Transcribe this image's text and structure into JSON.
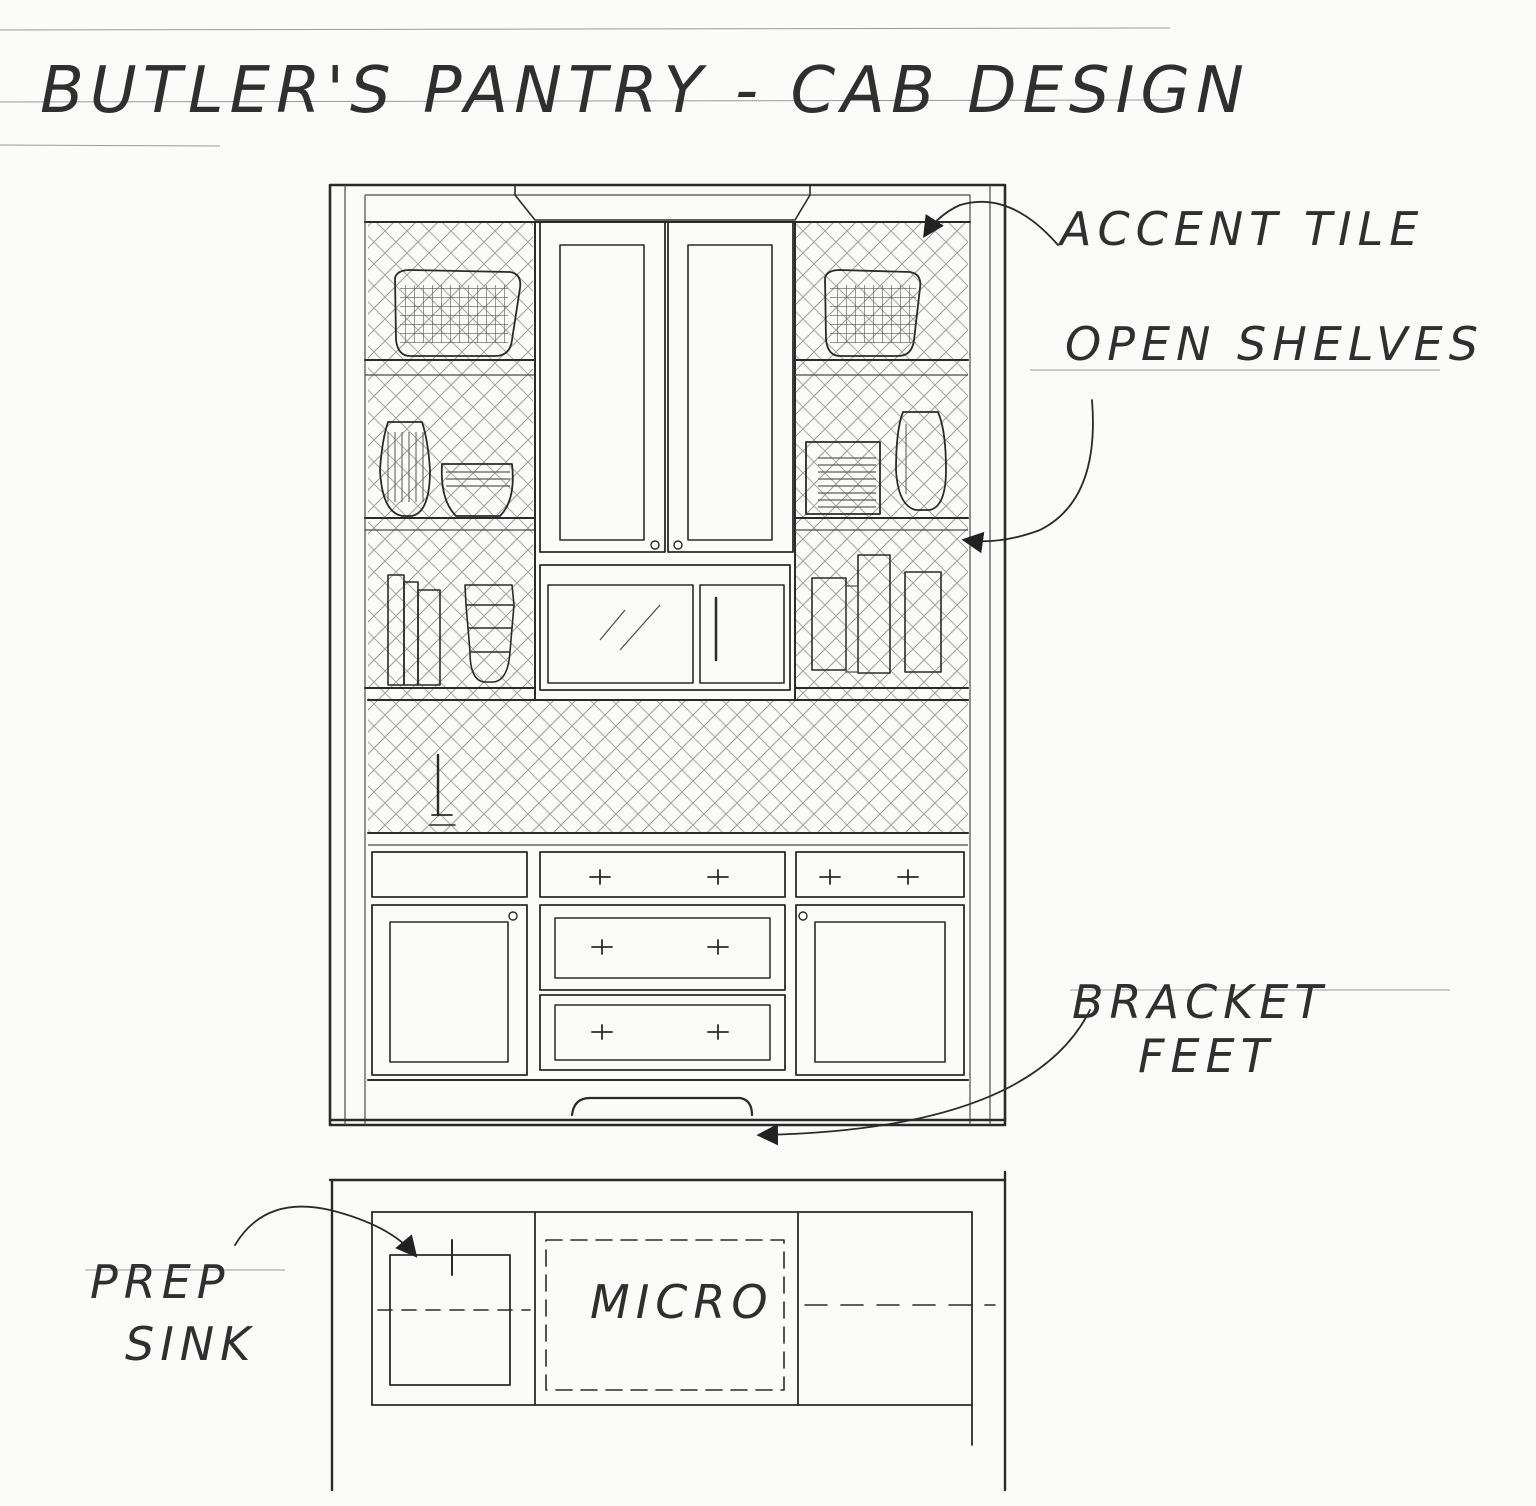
{
  "title": "BUTLER'S PANTRY - CAB DESIGN",
  "annotations": {
    "accent_tile": "ACCENT TILE",
    "open_shelves": "OPEN SHELVES",
    "bracket_feet_line1": "BRACKET",
    "bracket_feet_line2": "FEET",
    "prep_sink_line1": "PREP",
    "prep_sink_line2": "SINK",
    "micro": "MICRO"
  }
}
